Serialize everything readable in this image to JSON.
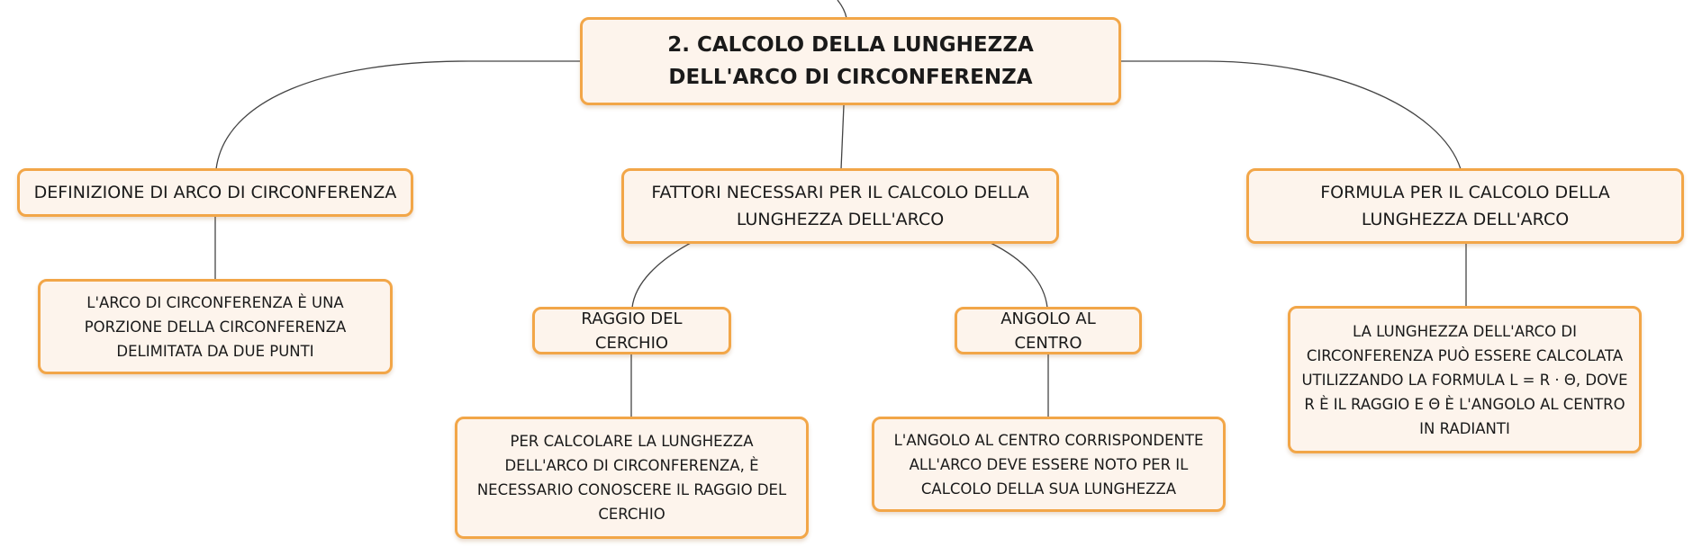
{
  "colors": {
    "node_fill": "#fdf4ec",
    "node_border": "#f2a648",
    "connector": "#444444"
  },
  "root": {
    "title": "2. CALCOLO DELLA LUNGHEZZA DELL'ARCO DI CIRCONFERENZA"
  },
  "branches": {
    "definizione": {
      "title": "DEFINIZIONE DI ARCO DI CIRCONFERENZA",
      "detail": "L'ARCO DI CIRCONFERENZA È UNA PORZIONE DELLA CIRCONFERENZA DELIMITATA DA DUE PUNTI"
    },
    "fattori": {
      "title": "FATTORI NECESSARI PER IL CALCOLO DELLA LUNGHEZZA DELL'ARCO",
      "raggio": {
        "title": "RAGGIO DEL CERCHIO",
        "detail": "PER CALCOLARE LA LUNGHEZZA DELL'ARCO DI CIRCONFERENZA, È NECESSARIO CONOSCERE IL RAGGIO DEL CERCHIO"
      },
      "angolo": {
        "title": "ANGOLO AL CENTRO",
        "detail": "L'ANGOLO AL CENTRO CORRISPONDENTE ALL'ARCO DEVE ESSERE NOTO PER IL CALCOLO DELLA SUA LUNGHEZZA"
      }
    },
    "formula": {
      "title": "FORMULA PER IL CALCOLO DELLA LUNGHEZZA DELL'ARCO",
      "detail": "LA LUNGHEZZA DELL'ARCO DI CIRCONFERENZA PUÒ ESSERE CALCOLATA UTILIZZANDO LA FORMULA L = R · Θ, DOVE R È IL RAGGIO E Θ È L'ANGOLO AL CENTRO IN RADIANTI"
    }
  }
}
